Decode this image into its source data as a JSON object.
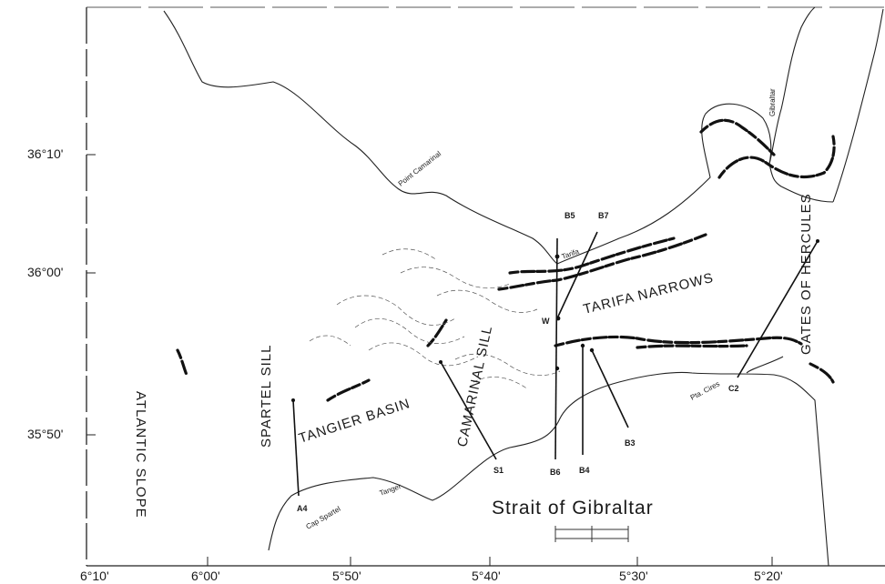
{
  "map": {
    "title": "Strait of Gibraltar",
    "regions": [
      {
        "id": "atlantic-slope",
        "label": "ATLANTIC SLOPE"
      },
      {
        "id": "spartel-sill",
        "label": "SPARTEL SILL"
      },
      {
        "id": "tangier-basin",
        "label": "TANGIER BASIN"
      },
      {
        "id": "camarinal-sill",
        "label": "CAMARINAL SILL"
      },
      {
        "id": "tarifa-narrows",
        "label": "TARIFA NARROWS"
      },
      {
        "id": "gates-of-hercules",
        "label": "GATES OF HERCULES"
      }
    ],
    "places": [
      {
        "id": "point-camarinal",
        "label": "Point Camarinal"
      },
      {
        "id": "gibraltar",
        "label": "Gibraltar"
      },
      {
        "id": "tarifa",
        "label": "Tarifa"
      },
      {
        "id": "tangier",
        "label": "Tanger"
      },
      {
        "id": "cape-spartel",
        "label": "Cap Spartel"
      },
      {
        "id": "punta-cires",
        "label": "Pta. Cires"
      }
    ],
    "stations": [
      {
        "id": "A4",
        "label": "A4"
      },
      {
        "id": "S1",
        "label": "S1"
      },
      {
        "id": "B5",
        "label": "B5"
      },
      {
        "id": "B7",
        "label": "B7"
      },
      {
        "id": "B6",
        "label": "B6"
      },
      {
        "id": "B4",
        "label": "B4"
      },
      {
        "id": "B3",
        "label": "B3"
      },
      {
        "id": "C2",
        "label": "C2"
      },
      {
        "id": "W",
        "label": "W"
      }
    ],
    "latitude_ticks": [
      "36°10'",
      "36°00'",
      "35°50'"
    ],
    "longitude_ticks": [
      "6°10'",
      "6°00'",
      "5°50'",
      "5°40'",
      "5°30'",
      "5°20'"
    ]
  }
}
